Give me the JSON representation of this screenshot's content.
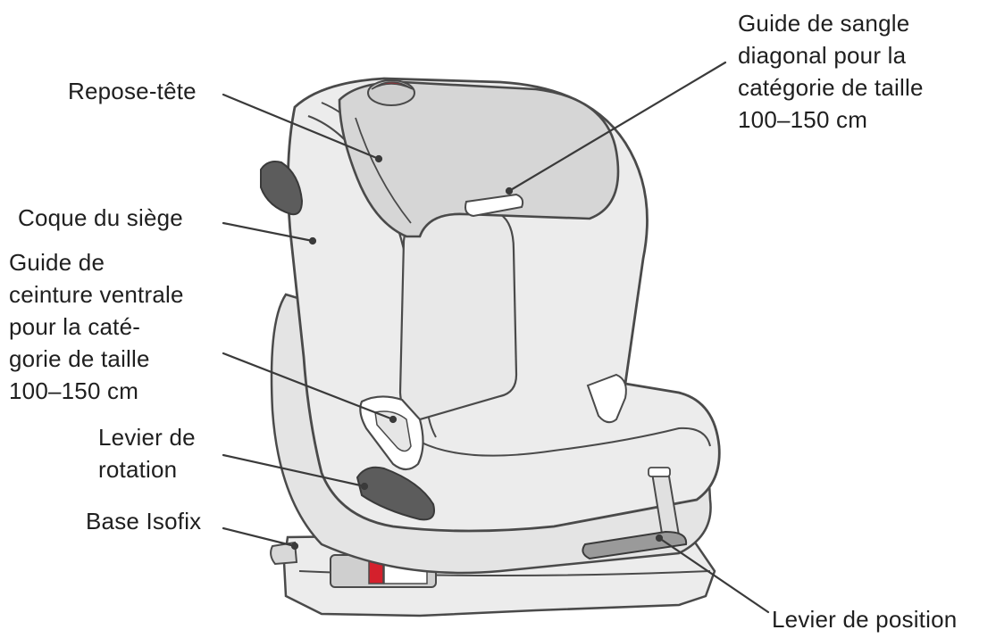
{
  "diagram": {
    "labels": {
      "headrest": "Repose-tête",
      "seat_shell": "Coque du siège",
      "lap_belt_guide": [
        "Guide de",
        "ceinture ventrale",
        "pour la caté-",
        "gorie de taille",
        "100–150 cm"
      ],
      "rotation_lever": [
        "Levier de",
        "rotation"
      ],
      "isofix_base": "Base Isofix",
      "diagonal_belt_guide": [
        "Guide de sangle",
        "diagonal pour la",
        "catégorie de taille",
        "100–150 cm"
      ],
      "position_lever": "Levier de position"
    },
    "colors": {
      "outline": "#4a4a4a",
      "shell_fill": "#e9e9e9",
      "headrest_fill": "#d3d3d3",
      "dark_part": "#5c5c5c",
      "accent_red": "#d4202c",
      "leader_line": "#3a3a3a"
    }
  }
}
